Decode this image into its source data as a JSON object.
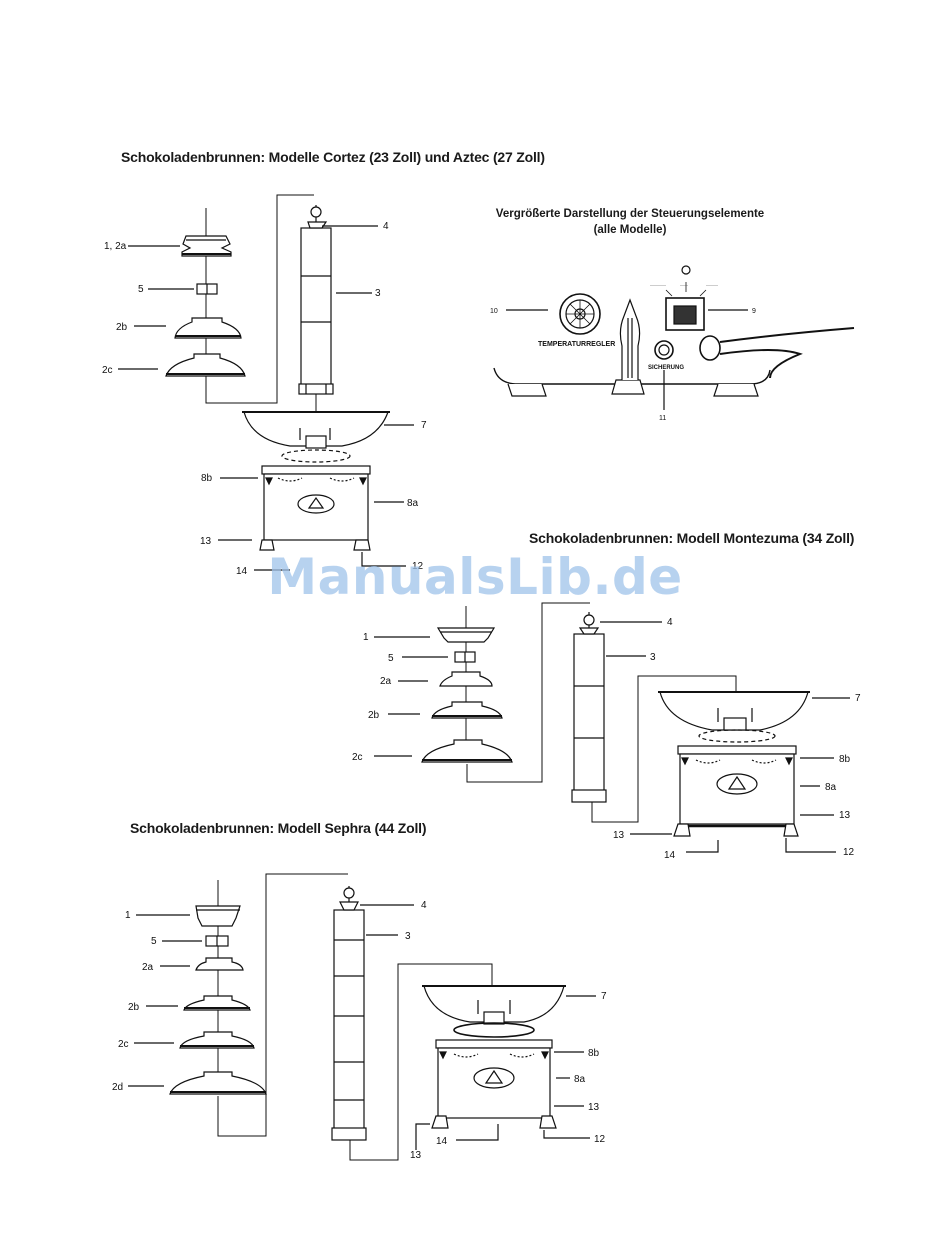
{
  "headings": {
    "cortez_aztec": "Schokoladenbrunnen: Modelle Cortez (23 Zoll) und Aztec (27 Zoll)",
    "controls": "Vergrößerte Darstellung der Steuerungselemente\n(alle Modelle)",
    "montezuma": "Schokoladenbrunnen: Modell Montezuma (34 Zoll)",
    "sephra": "Schokoladenbrunnen: Modell Sephra (44 Zoll)"
  },
  "watermark": "ManualsLib.de",
  "labels": {
    "cortez_aztec": {
      "l1_2a": "1, 2a",
      "l5": "5",
      "l2b": "2b",
      "l2c": "2c",
      "l4": "4",
      "l3": "3",
      "l7": "7",
      "l8b": "8b",
      "l8a": "8a",
      "l13": "13",
      "l12": "12",
      "l14": "14"
    },
    "controls": {
      "l10": "10",
      "l9": "9",
      "l11": "11",
      "temperaturregler": "TEMPERATURREGLER",
      "sicherung": "SICHERUNG"
    },
    "montezuma": {
      "l1": "1",
      "l5": "5",
      "l2a": "2a",
      "l2b": "2b",
      "l2c": "2c",
      "l4": "4",
      "l3": "3",
      "l7": "7",
      "l8b": "8b",
      "l8a": "8a",
      "l13a": "13",
      "l13b": "13",
      "l14": "14",
      "l12": "12"
    },
    "sephra": {
      "l1": "1",
      "l5": "5",
      "l2a": "2a",
      "l2b": "2b",
      "l2c": "2c",
      "l2d": "2d",
      "l4": "4",
      "l3": "3",
      "l7": "7",
      "l8b": "8b",
      "l8a": "8a",
      "l13a": "13",
      "l13b": "13",
      "l14": "14",
      "l12": "12"
    }
  }
}
